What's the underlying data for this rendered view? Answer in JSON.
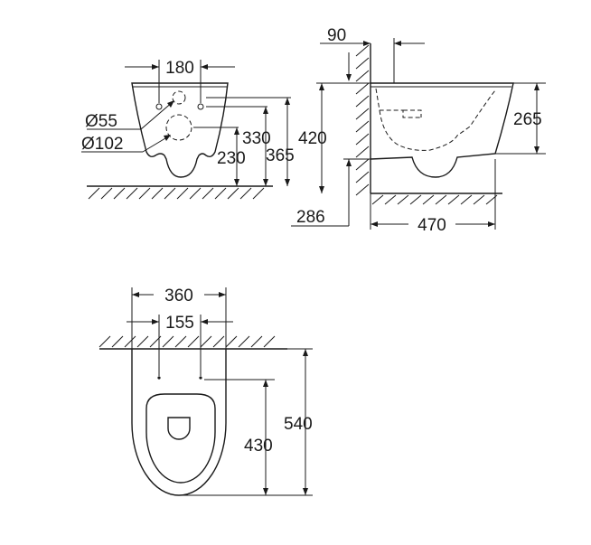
{
  "front_view": {
    "dim_width": "180",
    "dim_hole_small": "Ø55",
    "dim_hole_large": "Ø102",
    "dim_330": "330",
    "dim_230": "230",
    "dim_365": "365"
  },
  "side_view": {
    "dim_90": "90",
    "dim_420": "420",
    "dim_265": "265",
    "dim_286": "286",
    "dim_470": "470"
  },
  "top_view": {
    "dim_360": "360",
    "dim_155": "155",
    "dim_430": "430",
    "dim_540": "540"
  }
}
